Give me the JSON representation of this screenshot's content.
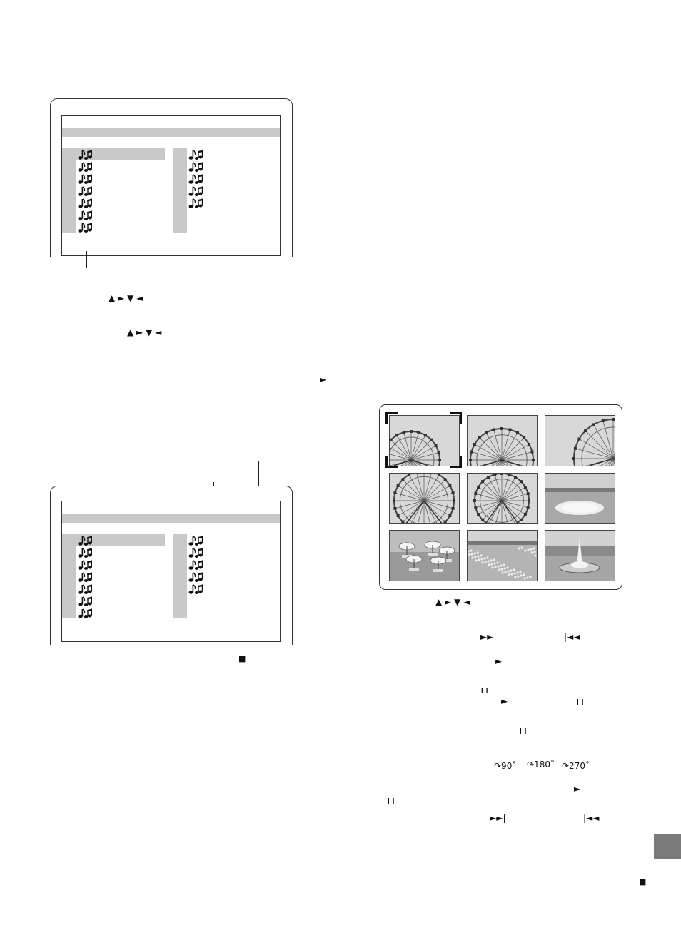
{
  "page": {
    "section_tab_color": "#7a7a7a",
    "panel_gray": "#c9c9c9"
  },
  "screen1": {
    "left_tracks": 7,
    "right_tracks": 5,
    "track_icon": "music-note-icon"
  },
  "screen2": {
    "left_tracks": 7,
    "right_tracks": 5,
    "track_icon": "music-note-icon"
  },
  "arrows": {
    "row1": "▲ ► ▼  ◄",
    "row2": "▲ ► ▼  ◄",
    "play_right": "►",
    "row_thumbs": "▲ ► ▼  ◄"
  },
  "controls": {
    "stop": "■",
    "next": "►►|",
    "prev": "|◄◄",
    "play": "►",
    "pause": "❙❙",
    "rot90": "↷90˚",
    "rot180": "↷180˚",
    "rot270": "↷270˚"
  },
  "thumbnails": [
    {
      "name": "thumb-ferris-wheel-1",
      "scene": "ferris"
    },
    {
      "name": "thumb-ferris-wheel-2",
      "scene": "ferris"
    },
    {
      "name": "thumb-ferris-wheel-3",
      "scene": "ferris"
    },
    {
      "name": "thumb-ferris-wheel-4",
      "scene": "ferris"
    },
    {
      "name": "thumb-ferris-wheel-5",
      "scene": "ferris"
    },
    {
      "name": "thumb-flower-bed",
      "scene": "garden"
    },
    {
      "name": "thumb-parasols",
      "scene": "parasols"
    },
    {
      "name": "thumb-flower-field",
      "scene": "field"
    },
    {
      "name": "thumb-fountain",
      "scene": "fountain"
    }
  ]
}
